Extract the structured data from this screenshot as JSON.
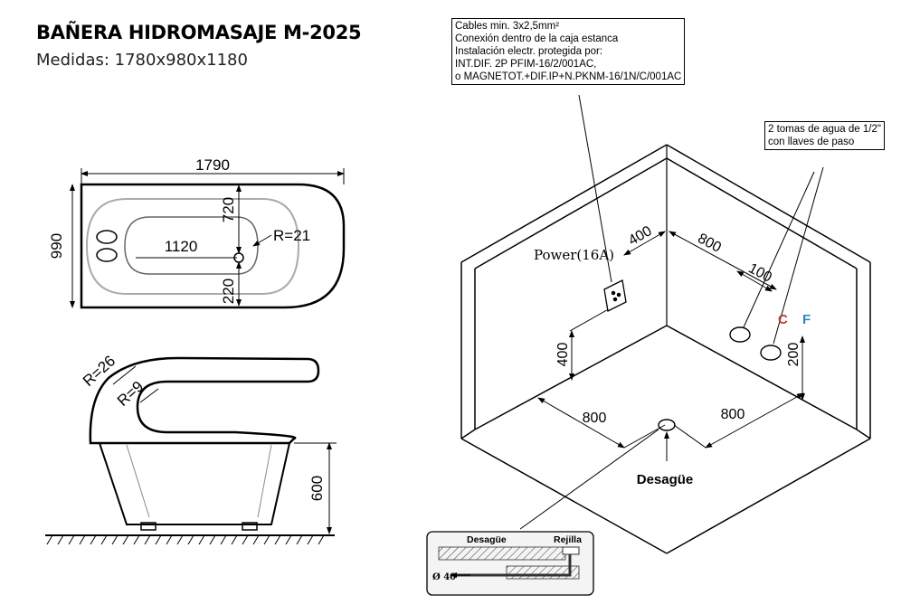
{
  "header": {
    "title": "BAÑERA HIDROMASAJE M-2025",
    "subtitle": "Medidas: 1780x980x1180"
  },
  "top_view": {
    "width": "1790",
    "depth": "990",
    "inner_length": "1120",
    "dim_720": "720",
    "dim_220": "220",
    "radius": "R=21"
  },
  "side_view": {
    "radius_outer": "R=26",
    "radius_inner": "R=9",
    "height": "600"
  },
  "install": {
    "cable_note": [
      "Cables min. 3x2,5mm²",
      "Conexión dentro de la caja estanca",
      "Instalación electr. protegida por:",
      "INT.DIF. 2P PFIM-16/2/001AC,",
      "o MAGNETOT.+DIF.IP+N.PKNM-16/1N/C/001AC"
    ],
    "water_note": [
      "2 tomas de agua de 1/2\"",
      "con llaves de paso"
    ],
    "power": "Power(16A)",
    "dim_400_top": "400",
    "dim_800_top": "800",
    "dim_100": "100",
    "hot": "C",
    "cold": "F",
    "dim_400_left": "400",
    "dim_200": "200",
    "dim_800_left": "800",
    "dim_800_right": "800",
    "drain": "Desagüe"
  },
  "detail": {
    "drain": "Desagüe",
    "grate": "Rejilla",
    "pipe": "Ø 40"
  },
  "colors": {
    "hot": "#c0392b",
    "cold": "#2e86c1"
  }
}
